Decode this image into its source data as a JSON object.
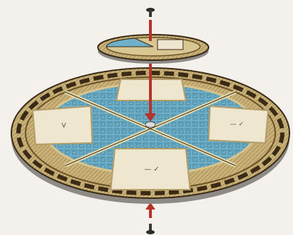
{
  "scene": {
    "description_items": [
      {
        "id": "top-screw",
        "icon": "screw-icon"
      },
      {
        "id": "small-disc",
        "icon": "small-dial-disc"
      },
      {
        "id": "large-board",
        "icon": "round-game-board"
      },
      {
        "id": "bottom-screw",
        "icon": "screw-icon"
      }
    ]
  },
  "board": {
    "card_labels": {
      "top": "",
      "left": "V",
      "right": "— ✓",
      "bottom": "— ✓"
    }
  },
  "colors": {
    "background": "#f4f1ec",
    "board_gold": "#c9b27a",
    "board_dark": "#3a2a16",
    "pool_blue": "#6fb0c8",
    "arrow_red": "#b5332b",
    "card": "#efe6cf",
    "edge_gray": "#8e8b86"
  }
}
